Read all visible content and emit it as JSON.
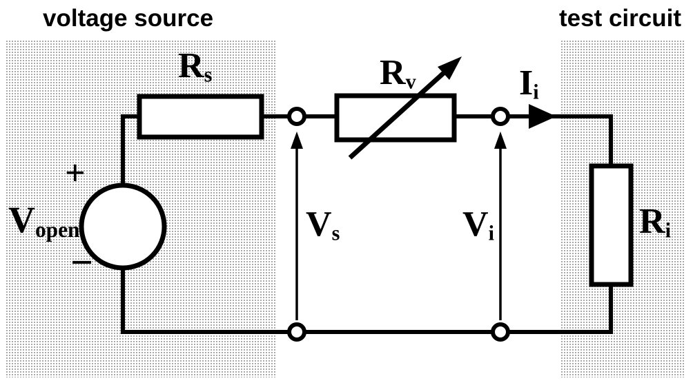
{
  "diagram": {
    "type": "circuit-schematic",
    "regions": {
      "voltage_source": {
        "title": "voltage source"
      },
      "test_circuit": {
        "title": "test circuit"
      }
    },
    "labels": {
      "v_open": {
        "symbol": "V",
        "subscript": "open"
      },
      "polarity_plus": "+",
      "polarity_minus": "−",
      "r_s": {
        "symbol": "R",
        "subscript": "s"
      },
      "r_v": {
        "symbol": "R",
        "subscript": "v"
      },
      "v_s": {
        "symbol": "V",
        "subscript": "s"
      },
      "v_i": {
        "symbol": "V",
        "subscript": "i"
      },
      "i_i": {
        "symbol": "I",
        "subscript": "i"
      },
      "r_i": {
        "symbol": "R",
        "subscript": "i"
      }
    },
    "colors": {
      "line": "#000000",
      "region_dot": "#9e9e9e",
      "background": "#ffffff"
    }
  }
}
